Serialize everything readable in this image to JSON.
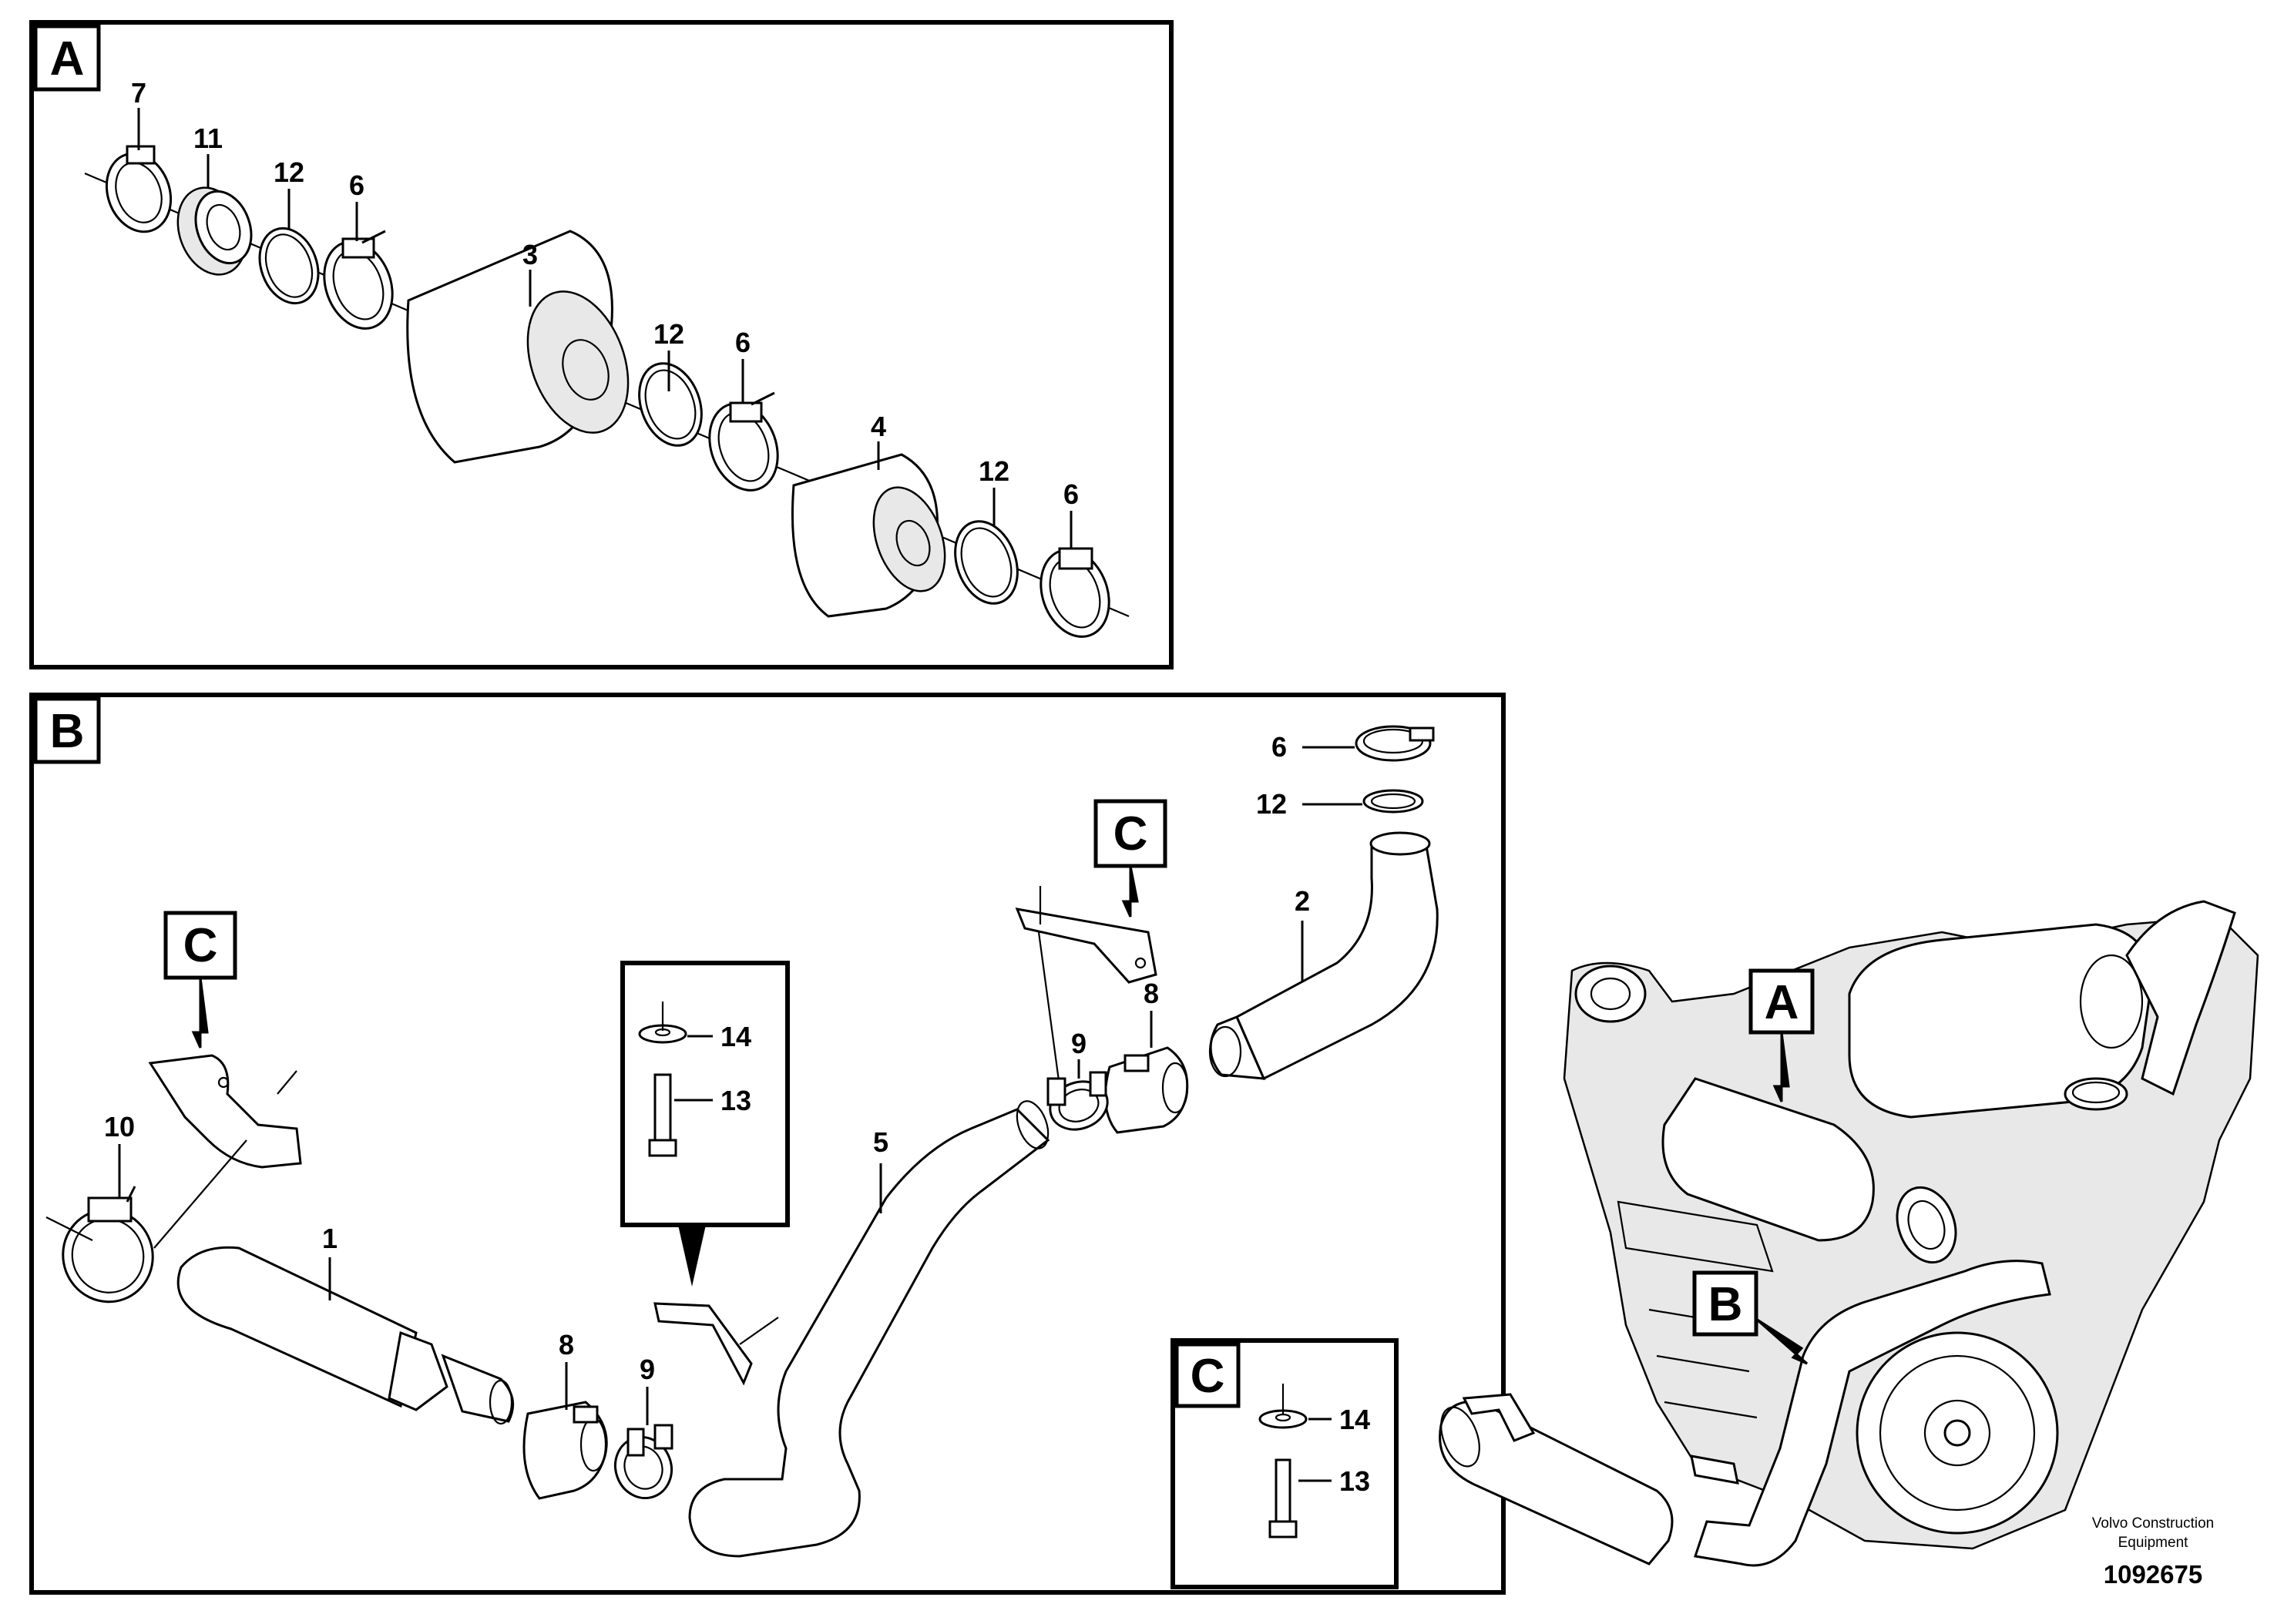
{
  "panels": {
    "A": {
      "letter": "A"
    },
    "B": {
      "letter": "B"
    },
    "C": {
      "letter": "C"
    }
  },
  "labels": {
    "a7": "7",
    "a11": "11",
    "a12_1": "12",
    "a6_1": "6",
    "a3": "3",
    "a12_2": "12",
    "a6_2": "6",
    "a4": "4",
    "a12_3": "12",
    "a6_3": "6",
    "b6": "6",
    "b12": "12",
    "b2": "2",
    "b8_top": "8",
    "b9_top": "9",
    "b10": "10",
    "b1": "1",
    "b8_bot": "8",
    "b9_bot": "9",
    "b5": "5",
    "b14": "14",
    "b13": "13",
    "c14": "14",
    "c13": "13"
  },
  "refs": {
    "c_top": "C",
    "c_left": "C",
    "eng_a": "A",
    "eng_b": "B"
  },
  "footer": {
    "company_line1": "Volvo Construction",
    "company_line2": "Equipment",
    "drawing_number": "1092675"
  }
}
